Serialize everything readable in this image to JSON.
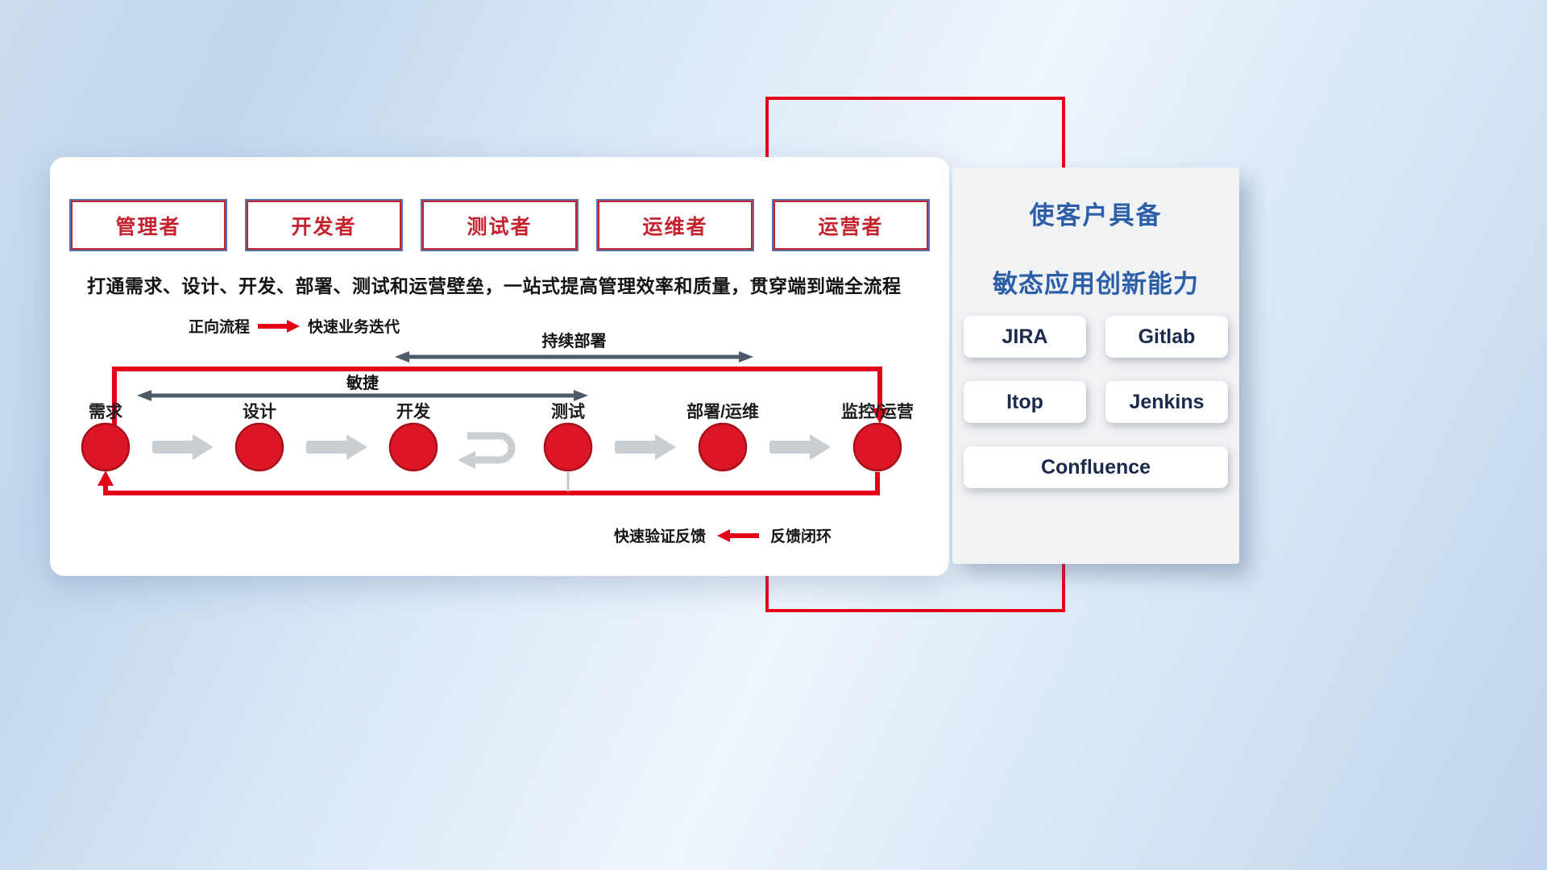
{
  "card": {
    "roles": [
      "管理者",
      "开发者",
      "测试者",
      "运维者",
      "运营者"
    ],
    "description": "打通需求、设计、开发、部署、测试和运营壁垒，一站式提高管理效率和质量，贯穿端到端全流程",
    "forward_legend": {
      "label": "正向流程",
      "text": "快速业务迭代"
    },
    "feedback_legend": {
      "text": "快速验证反馈",
      "label": "反馈闭环"
    },
    "span_labels": {
      "continuous_deployment": "持续部署",
      "agile": "敏捷"
    },
    "stages": [
      "需求",
      "设计",
      "开发",
      "测试",
      "部署/运维",
      "监控/运营"
    ]
  },
  "panel": {
    "title_line1": "使客户具备",
    "title_line2": "敏态应用创新能力",
    "tools": [
      "JIRA",
      "Gitlab",
      "Itop",
      "Jenkins",
      "Confluence"
    ]
  },
  "colors": {
    "accent_red": "#e50019",
    "circle_red": "#dc1626",
    "title_blue": "#2d5fa8",
    "role_red": "#c4222e",
    "stage_arrow_gray": "#c9ced3",
    "span_arrow_slate": "#4e5a68"
  }
}
